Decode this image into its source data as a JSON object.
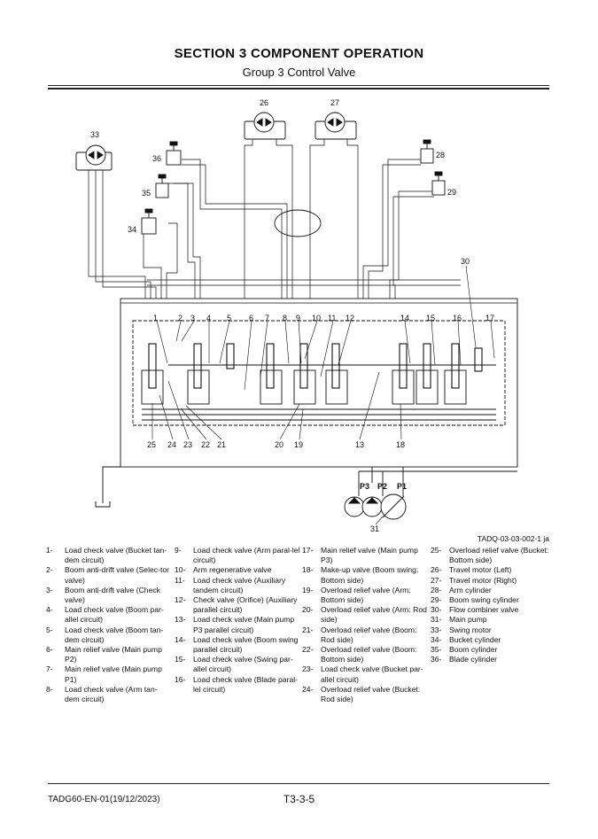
{
  "header": {
    "title": "SECTION 3 COMPONENT OPERATION",
    "subtitle": "Group 3 Control Valve"
  },
  "diagram": {
    "callouts": [
      "1",
      "2",
      "3",
      "4",
      "5",
      "6",
      "7",
      "8",
      "9",
      "10",
      "11",
      "12",
      "13",
      "14",
      "15",
      "16",
      "17",
      "18",
      "19",
      "20",
      "21",
      "22",
      "23",
      "24",
      "25",
      "26",
      "27",
      "28",
      "29",
      "30",
      "31",
      "33",
      "34",
      "35",
      "36"
    ],
    "pump_labels": [
      "P3",
      "P2",
      "P1"
    ],
    "figure_id": "TADQ-03-03-002-1 ja"
  },
  "legend": {
    "columns": [
      [
        {
          "num": "1-",
          "text": "Load check valve (Bucket tan-dem circuit)"
        },
        {
          "num": "2-",
          "text": "Boom anti-drift valve (Selec-tor valve)"
        },
        {
          "num": "3-",
          "text": "Boom anti-drift valve (Check valve)"
        },
        {
          "num": "4-",
          "text": "Load check valve (Boom par-allel circuit)"
        },
        {
          "num": "5-",
          "text": "Load check valve (Boom tan-dem circuit)"
        },
        {
          "num": "6-",
          "text": "Main relief valve (Main pump P2)"
        },
        {
          "num": "7-",
          "text": "Main relief valve (Main pump P1)"
        },
        {
          "num": "8-",
          "text": "Load check valve (Arm tan-dem circuit)"
        }
      ],
      [
        {
          "num": "9-",
          "text": "Load check valve (Arm paral-lel circuit)"
        },
        {
          "num": "10-",
          "text": "Arm regenerative valve"
        },
        {
          "num": "11-",
          "text": "Load check valve (Auxiliary tandem circuit)"
        },
        {
          "num": "12-",
          "text": "Check valve (Orifice) (Auxiliary parallel circuit)"
        },
        {
          "num": "13-",
          "text": "Load check valve (Main pump P3 parallel circuit)"
        },
        {
          "num": "14-",
          "text": "Load check valve (Boom swing parallel circuit)"
        },
        {
          "num": "15-",
          "text": "Load check valve (Swing par-allel circuit)"
        },
        {
          "num": "16-",
          "text": "Load check valve (Blade paral-lel circuit)"
        }
      ],
      [
        {
          "num": "17-",
          "text": "Main relief valve (Main pump P3)"
        },
        {
          "num": "18-",
          "text": "Make-up valve (Boom swing: Bottom side)"
        },
        {
          "num": "19-",
          "text": "Overload relief valve (Arm: Bottom side)"
        },
        {
          "num": "20-",
          "text": "Overload relief valve (Arm: Rod side)"
        },
        {
          "num": "21-",
          "text": "Overload relief valve (Boom: Rod side)"
        },
        {
          "num": "22-",
          "text": "Overload relief valve (Boom: Bottom side)"
        },
        {
          "num": "23-",
          "text": "Load check valve (Bucket par-allel circuit)"
        },
        {
          "num": "24-",
          "text": "Overload relief valve (Bucket: Rod side)"
        }
      ],
      [
        {
          "num": "25-",
          "text": "Overload relief valve (Bucket: Bottom side)"
        },
        {
          "num": "26-",
          "text": "Travel motor (Left)"
        },
        {
          "num": "27-",
          "text": "Travel motor (Right)"
        },
        {
          "num": "28-",
          "text": "Arm cylinder"
        },
        {
          "num": "29-",
          "text": "Boom swing cylinder"
        },
        {
          "num": "30-",
          "text": "Flow combiner valve"
        },
        {
          "num": "31-",
          "text": "Main pump"
        },
        {
          "num": "33-",
          "text": "Swing motor"
        },
        {
          "num": "34-",
          "text": "Bucket cylinder"
        },
        {
          "num": "35-",
          "text": "Boom cylinder"
        },
        {
          "num": "36-",
          "text": "Blade cylinder"
        }
      ]
    ]
  },
  "footer": {
    "doc_code": "TADG60-EN-01(19/12/2023)",
    "page": "T3-3-5"
  }
}
